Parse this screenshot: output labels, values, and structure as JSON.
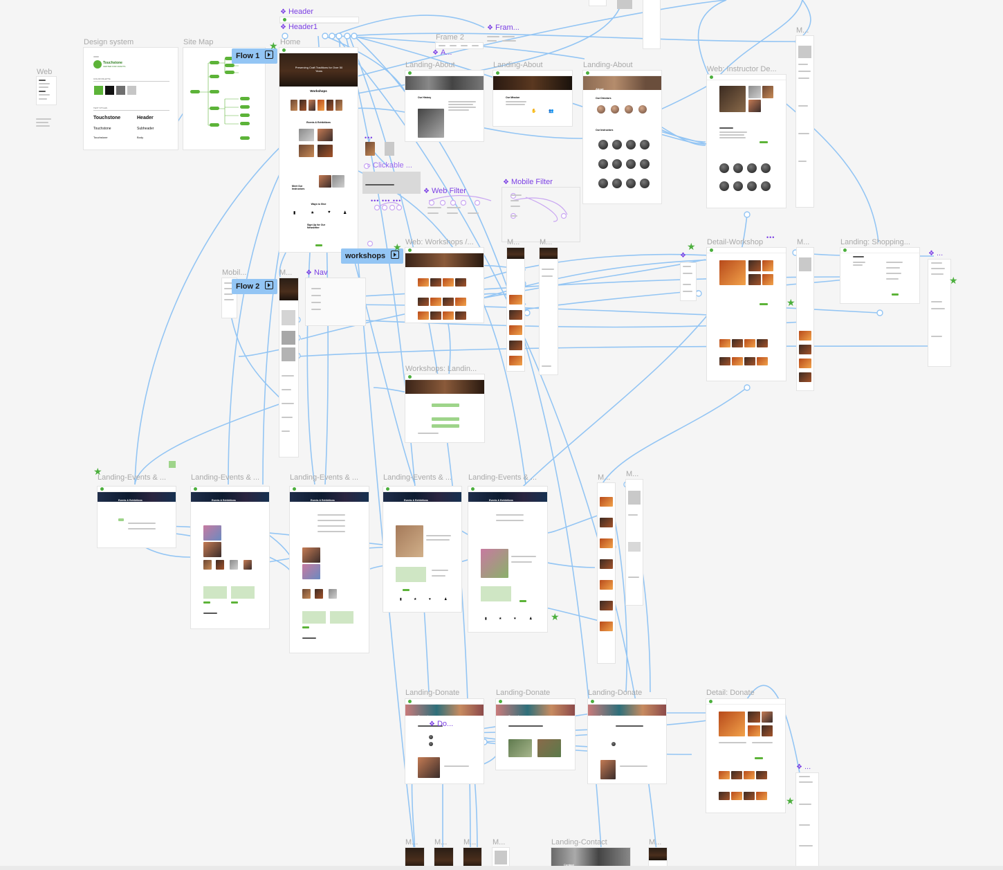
{
  "canvas": {
    "background": "#f5f5f5",
    "connector_color": "#93c5f4",
    "component_color": "#7b3fe4",
    "accent_green": "#5cb338"
  },
  "frame_labels": {
    "web": "Web",
    "design_system": "Design system",
    "site_map": "Site Map",
    "home": "Home",
    "frame2": "Frame 2",
    "landing_about_1": "Landing-About",
    "landing_about_2": "Landing-About",
    "landing_about_3": "Landing-About",
    "web_instructor": "Web: Instructor De...",
    "m_top_right": "M...",
    "web_workshops": "Web: Workshops /...",
    "m_workshops_1": "M...",
    "m_workshops_2": "M...",
    "detail_workshop": "Detail-Workshop",
    "m_detail": "M...",
    "landing_shopping": "Landing: Shopping...",
    "mobile": "Mobil...",
    "m_nav": "M...",
    "workshops_landing": "Workshops: Landin...",
    "events_1": "Landing-Events & ...",
    "events_2": "Landing-Events & ...",
    "events_3": "Landing-Events & ...",
    "events_4": "Landing-Events & ...",
    "events_5": "Landing-Events & ...",
    "m_events_1": "M...",
    "m_events_2": "M...",
    "donate_1": "Landing-Donate",
    "donate_2": "Landing-Donate",
    "donate_3": "Landing-Donate",
    "detail_donate": "Detail: Donate",
    "m_bottom_1": "M...",
    "m_bottom_2": "M...",
    "m_bottom_3": "M...",
    "m_bottom_4": "M...",
    "landing_contact": "Landing-Contact",
    "m_bottom_5": "M..."
  },
  "component_labels": {
    "header": "Header",
    "header1": "Header1",
    "frame_comp": "Fram...",
    "a_comp": "A...",
    "clickable": "Clickable ...",
    "web_filter": "Web Filter",
    "mobile_filter": "Mobile Filter",
    "nav": "Nav",
    "donate_comp": "Do...",
    "shopping_comp": "...",
    "donate_side": "..."
  },
  "flows": {
    "flow1": "Flow 1",
    "flow2": "Flow 2",
    "workshops": "workshops"
  },
  "design_system": {
    "logo_text": "Touchstone",
    "logo_sub": "CENTER FOR CRAFTS",
    "color_heading": "COLOR PALETTE",
    "swatches": [
      "#5cb338",
      "#111111",
      "#6f6f6f",
      "#c6c6c6"
    ],
    "type_heading": "TEXT STYLES",
    "type_header_left": "Touchstone",
    "type_header_right": "Header",
    "type_sub_left": "Touchstone",
    "type_sub_right": "Subheader",
    "type_body_left": "Touchstone",
    "type_body_right": "Body"
  },
  "home_page": {
    "hero_title": "Preserving Craft Traditions for Over 50 Years",
    "workshops": "Workshops",
    "events": "Events & Exhibitions",
    "instructors": "Meet Our Instructors",
    "ways_to_give": "Ways to Give",
    "newsletter": "Sign Up for Our Newsletter"
  },
  "about_page": {
    "our_history": "Our History",
    "our_mission": "Our Mission",
    "about": "About",
    "our_directors": "Our Directors",
    "our_instructors": "Our Instructors"
  },
  "events_page": {
    "hero_title": "Events & Exhibitions"
  },
  "donate_page": {
    "support": "Support",
    "contact": "Contact"
  }
}
